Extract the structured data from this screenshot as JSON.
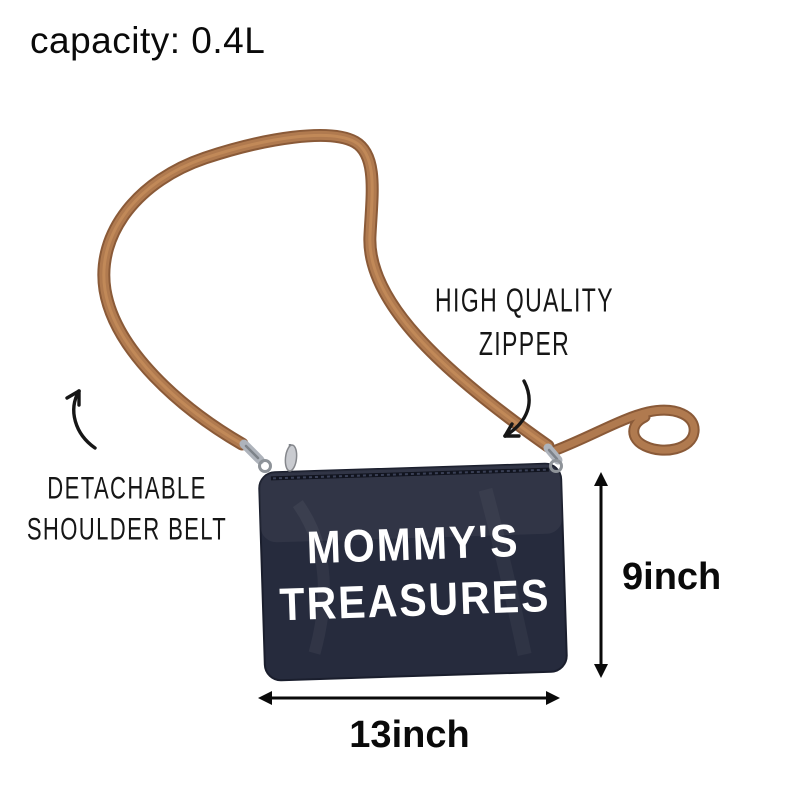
{
  "title": "clutch bag infographic",
  "labels": {
    "capacity": "capacity: 0.4L",
    "zipper_line1": "HIGH QUALITY",
    "zipper_line2": "ZIPPER",
    "belt_line1": "DETACHABLE",
    "belt_line2": "SHOULDER BELT",
    "height": "9inch",
    "width": "13inch",
    "bag_line1": "MOMMY'S",
    "bag_line2": "TREASURES"
  },
  "colors": {
    "bag": "#262b3d",
    "bag_edge": "#1a1e2d",
    "strap": "#b07a4f",
    "strap_dark": "#8a5a38",
    "strap_sheen": "#cf9661",
    "metal": "#aeb3bb",
    "metal_dark": "#7d8289",
    "annotation": "#161616",
    "bag_text": "#ffffff"
  },
  "icons": {
    "height_arrow": "vertical double-headed dimension arrow",
    "width_arrow": "horizontal double-headed dimension arrow",
    "zipper_arrow": "curved hand-drawn arrow",
    "belt_arrow": "curved hand-drawn arrow"
  }
}
